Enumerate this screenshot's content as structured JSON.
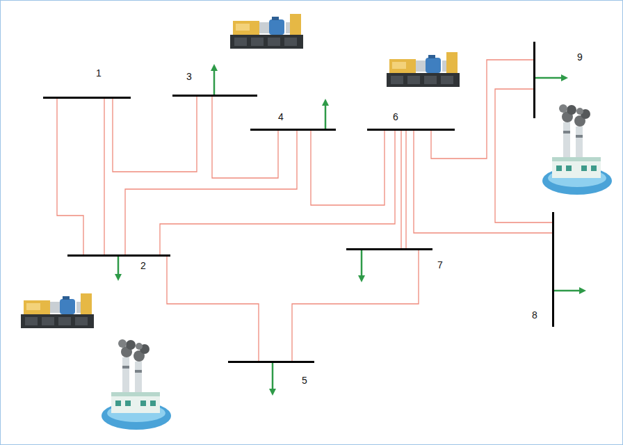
{
  "diagram": {
    "nodes": [
      {
        "text": [
          "1"
        ]
      },
      {
        "text": [
          "2"
        ]
      },
      {
        "text": [
          "3"
        ]
      },
      {
        "text": [
          "4"
        ]
      },
      {
        "text": [
          "5"
        ]
      },
      {
        "text": [
          "6"
        ]
      },
      {
        "text": [
          "7"
        ]
      },
      {
        "text": [
          "8"
        ]
      },
      {
        "text": [
          "9"
        ]
      }
    ],
    "edges": [
      {
        "from": 0,
        "to": 1,
        "arrow": "none"
      },
      {
        "from": 0,
        "to": 1,
        "arrow": "none"
      },
      {
        "from": 0,
        "to": 2,
        "arrow": "none"
      },
      {
        "from": 2,
        "to": 3,
        "arrow": "none"
      },
      {
        "from": 3,
        "to": 1,
        "arrow": "none"
      },
      {
        "from": 3,
        "to": 5,
        "arrow": "none"
      },
      {
        "from": 5,
        "to": 1,
        "arrow": "none"
      },
      {
        "from": 5,
        "to": 6,
        "arrow": "none"
      },
      {
        "from": 5,
        "to": 6,
        "arrow": "none"
      },
      {
        "from": 5,
        "to": 7,
        "arrow": "none"
      },
      {
        "from": 5,
        "to": 8,
        "arrow": "none"
      },
      {
        "from": 8,
        "to": 7,
        "arrow": "none"
      },
      {
        "from": 1,
        "to": 4,
        "arrow": "none"
      },
      {
        "from": 6,
        "to": 4,
        "arrow": "none"
      }
    ]
  }
}
